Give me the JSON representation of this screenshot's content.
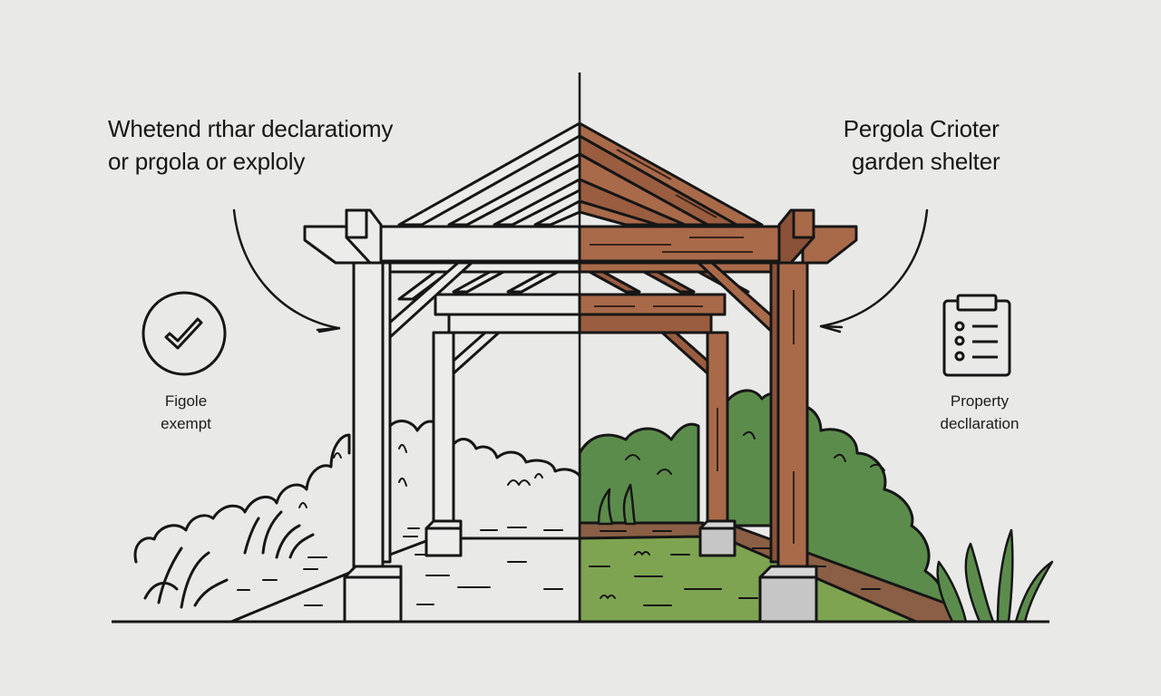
{
  "title_left": {
    "line1": "Whetend rthar declaratiomy",
    "line2": "or prgola or exploly"
  },
  "title_right": {
    "line1": "Pergola Crioter",
    "line2": "garden shelter"
  },
  "badges": [
    {
      "icon": "checkmark-circle-icon",
      "line1": "Figole",
      "line2": "exempt"
    },
    {
      "icon": "clipboard-checklist-icon",
      "line1": "Property",
      "line2": "decllaration"
    }
  ],
  "illustration": {
    "subject": "pergola",
    "left_half": "line drawing (uncolored)",
    "right_half": "colored wood pergola with garden"
  },
  "colors": {
    "background": "#e9e9e8",
    "outline": "#161616",
    "wood": "#a96a4a",
    "wood_dark": "#8a5238",
    "bush_green": "#5c8c4c",
    "grass_green": "#7ea452",
    "soil": "#8a5f45",
    "concrete": "#c6c6c6"
  }
}
